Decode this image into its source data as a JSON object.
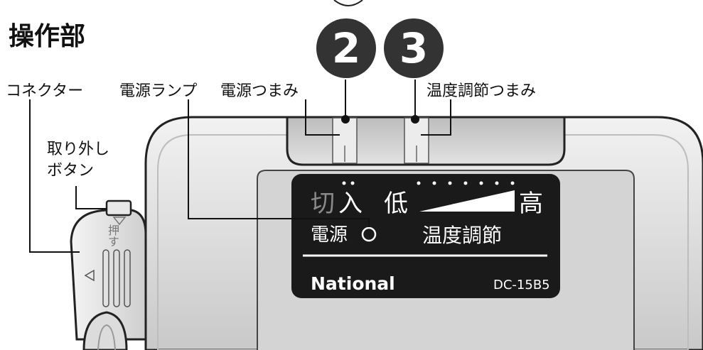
{
  "title": "操作部",
  "badges": {
    "two": "2",
    "three": "3"
  },
  "callouts": {
    "connector": "コネクター",
    "power_lamp": "電源ランプ",
    "power_knob": "電源つまみ",
    "temp_knob": "温度調節つまみ",
    "release_button": "取り外し\nボタン"
  },
  "connector_label": "押す",
  "panel": {
    "off": "切",
    "on": "入",
    "low": "低",
    "high": "高",
    "power": "電源",
    "temperature": "温度調節",
    "brand": "National",
    "model": "DC-15B5"
  },
  "colors": {
    "panel": "#1a1a1a",
    "body": "#d9d9d9",
    "badge": "#333333",
    "off_text": "#8a8a8a"
  }
}
